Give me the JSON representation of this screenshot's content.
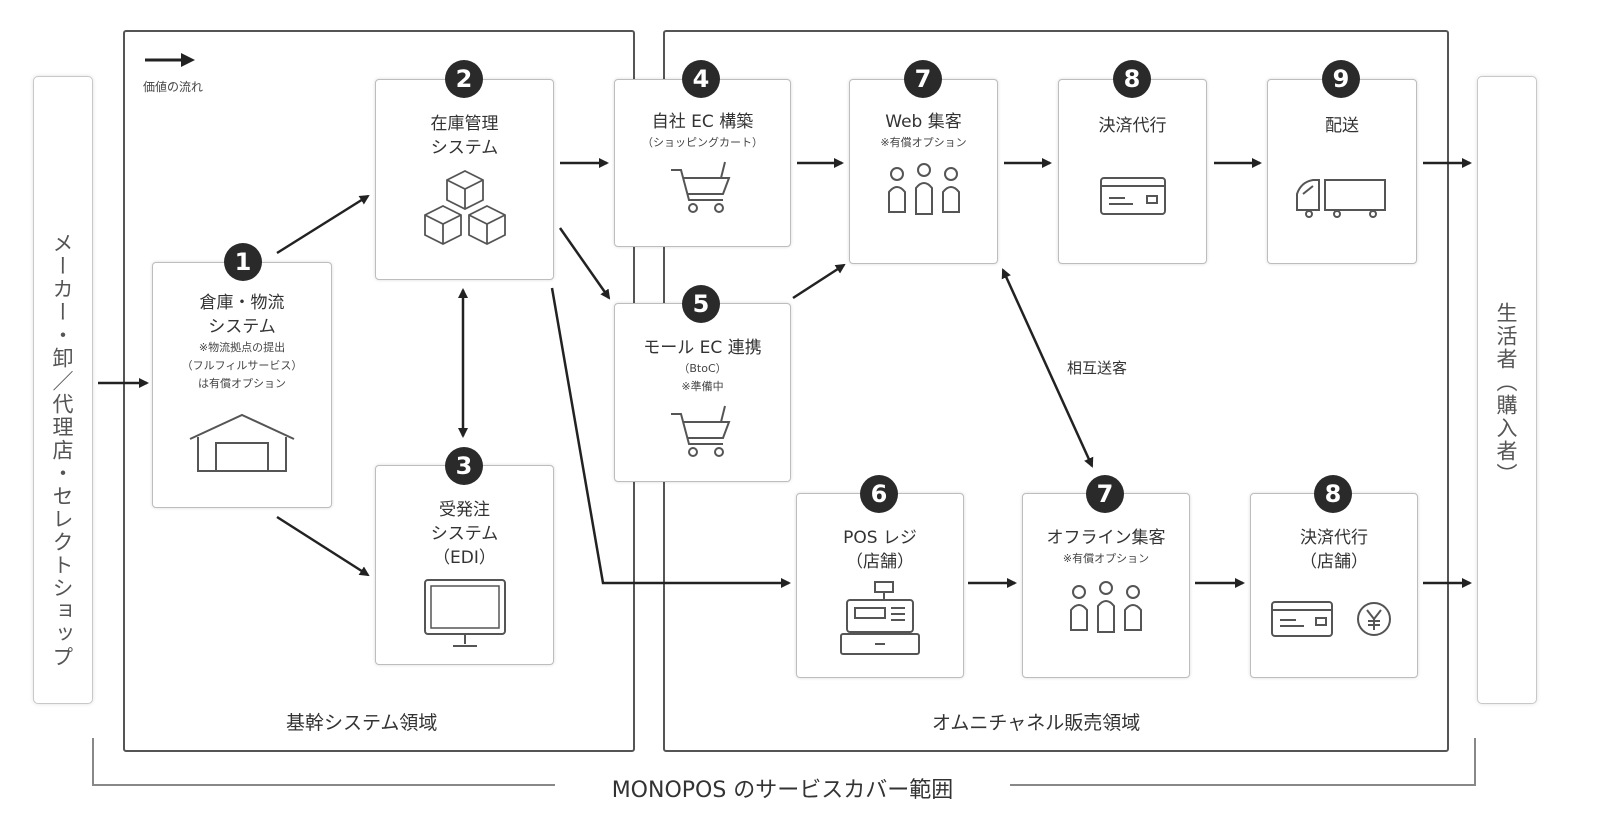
{
  "legend": {
    "label": "価値の流れ"
  },
  "left_side": {
    "label": "メーカー・卸／代理店・セレクトショップ"
  },
  "right_side": {
    "label": "生活者（購入者）"
  },
  "regions": {
    "core": "基幹システム領域",
    "omni": "オムニチャネル販売領域"
  },
  "coverage": "MONOPOS のサービスカバー範囲",
  "mutual": "相互送客",
  "nodes": {
    "n1": {
      "badge": "1",
      "title1": "倉庫・物流",
      "title2": "システム",
      "note1": "※物流拠点の提出",
      "note2": "（フルフィルサービス）",
      "note3": "は有償オプション"
    },
    "n2": {
      "badge": "2",
      "title1": "在庫管理",
      "title2": "システム"
    },
    "n3": {
      "badge": "3",
      "title1": "受発注",
      "title2": "システム",
      "title3": "（EDI）"
    },
    "n4": {
      "badge": "4",
      "title1": "自社 EC 構築",
      "note1": "（ショッピングカート）"
    },
    "n5": {
      "badge": "5",
      "title1": "モール EC 連携",
      "note1": "（BtoC）",
      "note2": "※準備中"
    },
    "n6": {
      "badge": "6",
      "title1": "POS レジ",
      "title2": "（店舗）"
    },
    "n7a": {
      "badge": "7",
      "title1": "Web 集客",
      "note1": "※有償オプション"
    },
    "n7b": {
      "badge": "7",
      "title1": "オフライン集客",
      "note1": "※有償オプション"
    },
    "n8a": {
      "badge": "8",
      "title1": "決済代行"
    },
    "n8b": {
      "badge": "8",
      "title1": "決済代行",
      "title2": "（店舗）"
    },
    "n9": {
      "badge": "9",
      "title1": "配送"
    }
  }
}
